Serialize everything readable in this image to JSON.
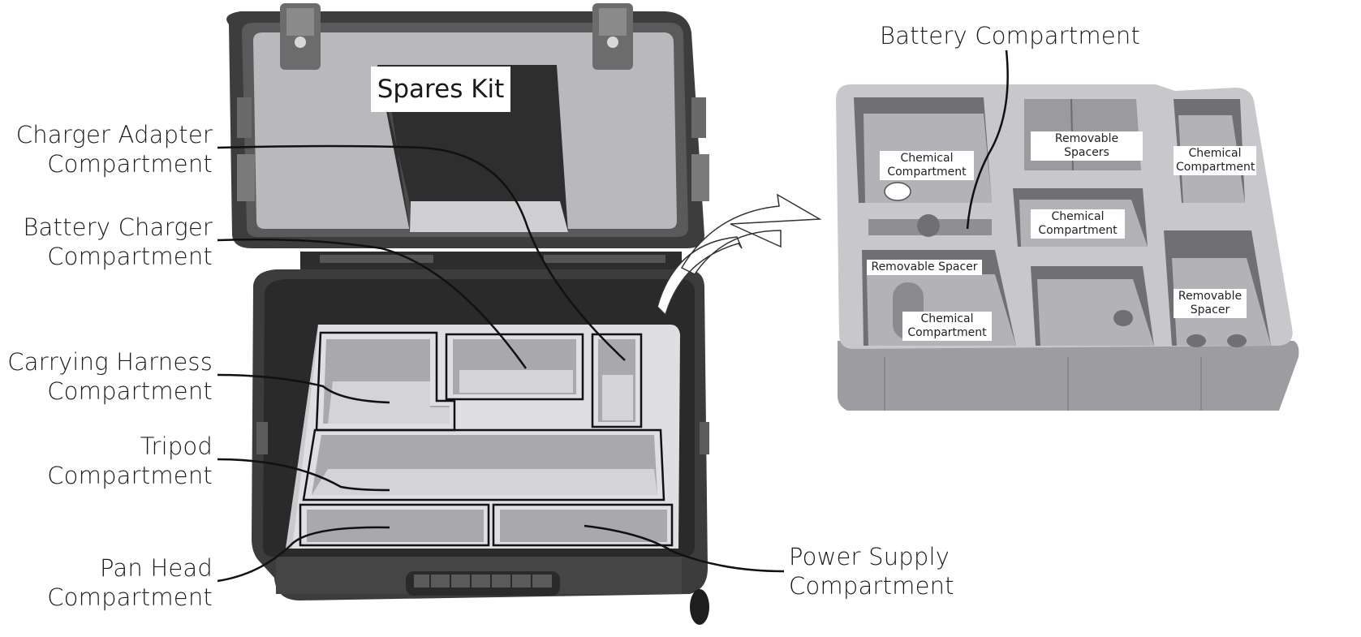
{
  "case_labels": {
    "spares_kit": "Spares Kit",
    "charger_adapter": [
      "Charger Adapter",
      "Compartment"
    ],
    "battery_charger": [
      "Battery Charger",
      "Compartment"
    ],
    "carrying_harness": [
      "Carrying Harness",
      "Compartment"
    ],
    "tripod": [
      "Tripod",
      "Compartment"
    ],
    "pan_head": [
      "Pan Head",
      "Compartment"
    ],
    "power_supply": [
      "Power Supply",
      "Compartment"
    ]
  },
  "insert_labels": {
    "battery_compartment": "Battery Compartment",
    "chemical_1": [
      "Chemical",
      "Compartment"
    ],
    "removable_spacers": "Removable Spacers",
    "chemical_2": [
      "Chemical",
      "Compartment"
    ],
    "chemical_3": [
      "Chemical",
      "Compartment"
    ],
    "removable_spacer_1": "Removable Spacer",
    "chemical_4": [
      "Chemical",
      "Compartment"
    ],
    "removable_spacer_2": [
      "Removable",
      "Spacer"
    ]
  },
  "colors": {
    "case_dark": "#3c3c3c",
    "case_mid": "#6e6e6e",
    "lid_panel": "#b9b9bd",
    "foam_light": "#dedee3",
    "foam_pocket": "#a9a9ae",
    "insert_top": "#c8c8cc",
    "insert_side": "#9c9ca1",
    "leader_line": "#111111"
  }
}
